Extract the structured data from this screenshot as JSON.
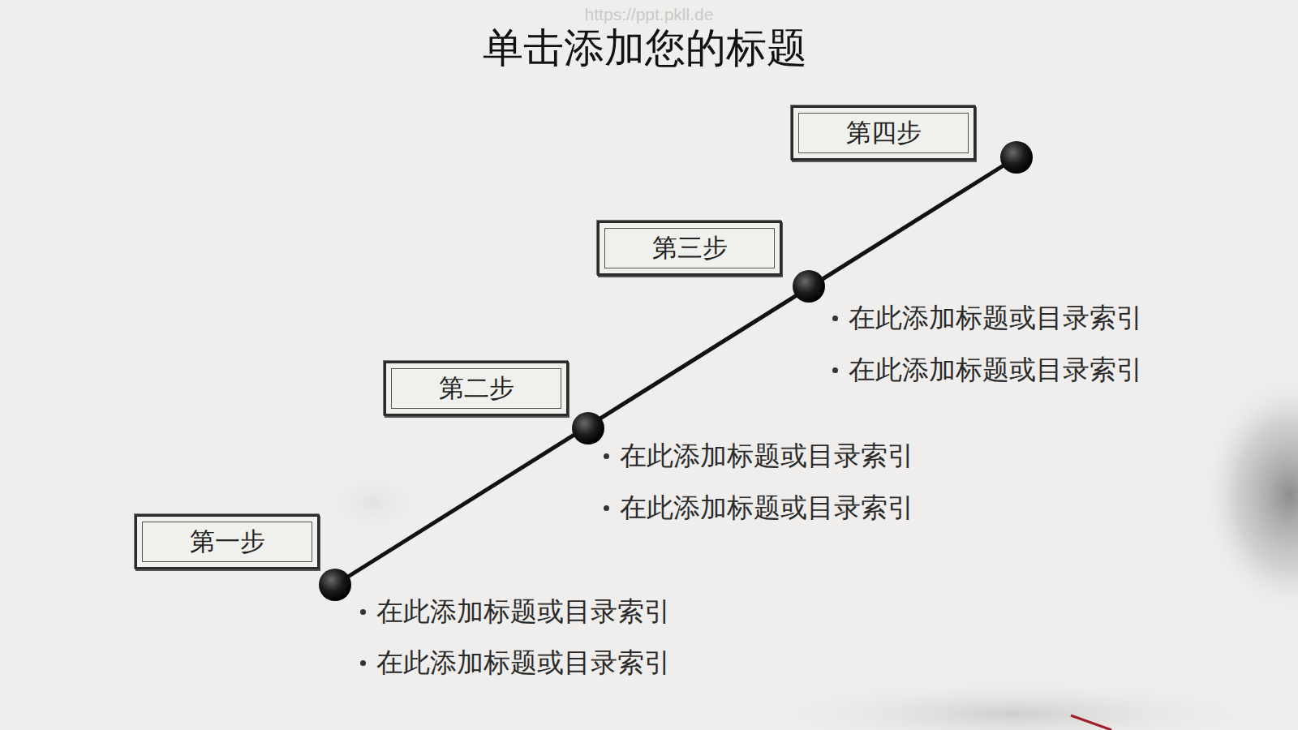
{
  "diagram": {
    "title": "单击添加您的标题",
    "nodes": [
      {
        "text": [
          "第一步"
        ]
      },
      {
        "text": [
          "第二步"
        ]
      },
      {
        "text": [
          "第三步"
        ]
      },
      {
        "text": [
          "第四步"
        ]
      }
    ],
    "labels": [
      "https://ppt.pkll.de",
      "在此添加标题或目录索引",
      "在此添加标题或目录索引",
      "在此添加标题或目录索引",
      "在此添加标题或目录索引",
      "在此添加标题或目录索引",
      "在此添加标题或目录索引"
    ]
  }
}
